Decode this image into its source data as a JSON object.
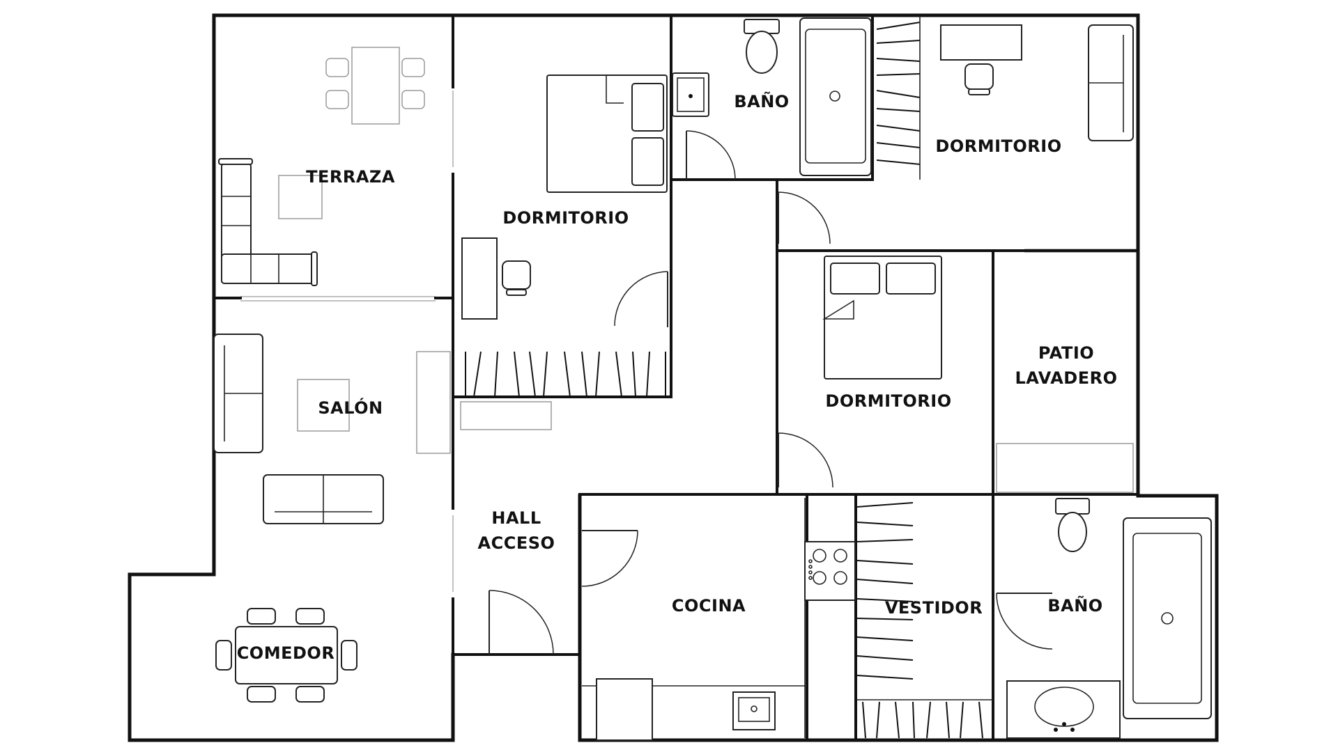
{
  "rooms": [
    {
      "id": "terraza",
      "label": "TERRAZA"
    },
    {
      "id": "dormitorio-1",
      "label": "DORMITORIO"
    },
    {
      "id": "bano-1",
      "label": "BAÑO"
    },
    {
      "id": "dormitorio-2",
      "label": "DORMITORIO"
    },
    {
      "id": "salon",
      "label": "SALÓN"
    },
    {
      "id": "dormitorio-3",
      "label": "DORMITORIO"
    },
    {
      "id": "patio-lavadero",
      "label": "PATIO\nLAVADERO"
    },
    {
      "id": "hall-acceso",
      "label": "HALL\nACCESO"
    },
    {
      "id": "cocina",
      "label": "COCINA"
    },
    {
      "id": "vestidor",
      "label": "VESTIDOR"
    },
    {
      "id": "bano-2",
      "label": "BAÑO"
    },
    {
      "id": "comedor",
      "label": "COMEDOR"
    }
  ]
}
